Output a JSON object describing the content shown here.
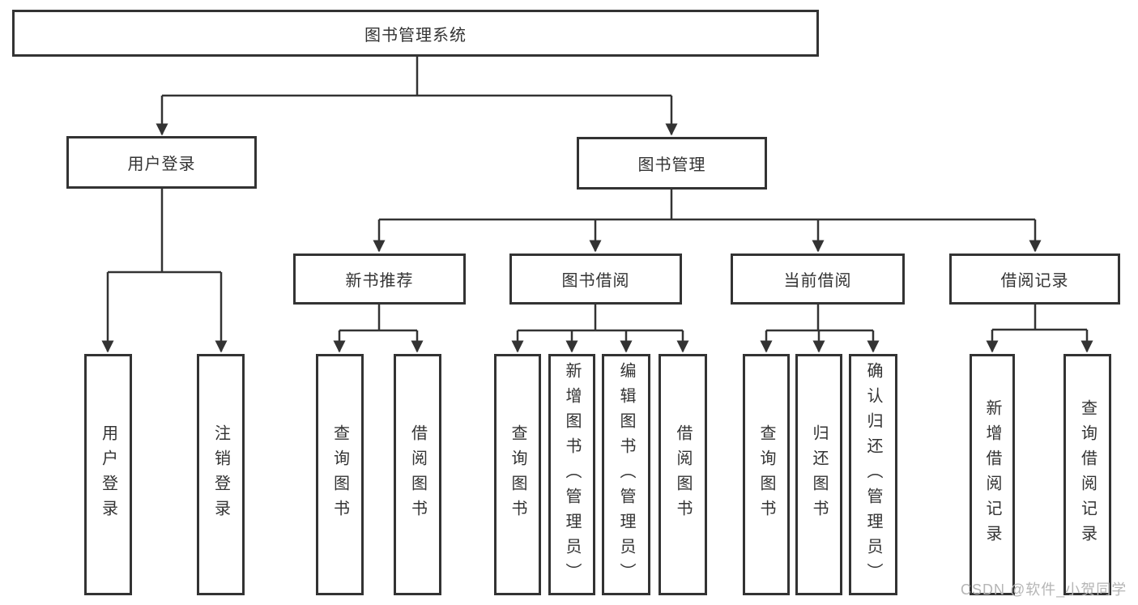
{
  "nodes": {
    "root": "图书管理系统",
    "user_login_branch": "用户登录",
    "book_mgmt_branch": "图书管理",
    "new_book_rec": "新书推荐",
    "book_borrow": "图书借阅",
    "current_borrow": "当前借阅",
    "borrow_record": "借阅记录",
    "leaf_user_login": "用户登录",
    "leaf_logout": "注销登录",
    "leaf_nb_query_book": "查询图书",
    "leaf_nb_borrow_book": "借阅图书",
    "leaf_bb_query_book": "查询图书",
    "leaf_bb_add_book": "新增图书（管理员）",
    "leaf_bb_edit_book": "编辑图书（管理员）",
    "leaf_bb_borrow_book": "借阅图书",
    "leaf_cb_query_book": "查询图书",
    "leaf_cb_return_book": "归还图书",
    "leaf_cb_confirm_return": "确认归还（管理员）",
    "leaf_br_add_record": "新增借阅记录",
    "leaf_br_query_record": "查询借阅记录"
  },
  "structure": {
    "root": [
      "user_login_branch",
      "book_mgmt_branch"
    ],
    "user_login_branch": [
      "leaf_user_login",
      "leaf_logout"
    ],
    "book_mgmt_branch": [
      "new_book_rec",
      "book_borrow",
      "current_borrow",
      "borrow_record"
    ],
    "new_book_rec": [
      "leaf_nb_query_book",
      "leaf_nb_borrow_book"
    ],
    "book_borrow": [
      "leaf_bb_query_book",
      "leaf_bb_add_book",
      "leaf_bb_edit_book",
      "leaf_bb_borrow_book"
    ],
    "current_borrow": [
      "leaf_cb_query_book",
      "leaf_cb_return_book",
      "leaf_cb_confirm_return"
    ],
    "borrow_record": [
      "leaf_br_add_record",
      "leaf_br_query_record"
    ]
  },
  "watermark": "CSDN @软件_小贺同学",
  "colors": {
    "line": "#333333",
    "border": "#333333",
    "text": "#333333",
    "watermark": "#b5b5b5",
    "background": "#ffffff"
  }
}
